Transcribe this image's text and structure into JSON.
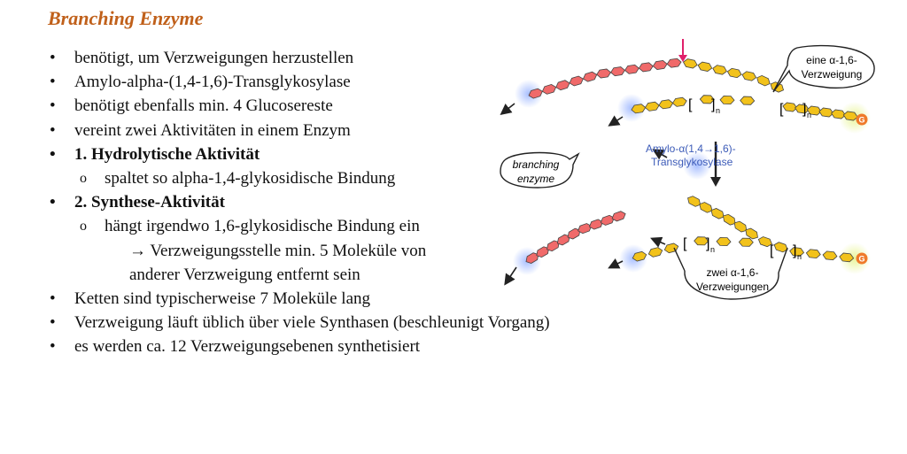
{
  "title": "Branching Enzyme",
  "bullets": [
    "benötigt, um Verzweigungen herzustellen",
    "Amylo-alpha-(1,4-1,6)-Transglykosylase",
    "benötigt ebenfalls min. 4 Glucosereste",
    "vereint zwei Aktivitäten in einem Enzym",
    "1. Hydrolytische Aktivität",
    "spaltet so alpha-1,4-glykosidische Bindung",
    "2. Synthese-Aktivität",
    "hängt irgendwo 1,6-glykosidische Bindung ein",
    "Verzweigungsstelle min. 5 Moleküle von",
    "anderer Verzweigung entfernt sein",
    "Ketten sind typischerweise 7 Moleküle lang",
    "Verzweigung läuft üblich über viele Synthasen (beschleunigt Vorgang)",
    "es werden ca. 12 Verzweigungsebenen synthetisiert"
  ],
  "bullet_symbols": {
    "main": "•",
    "sub": "o",
    "arrow": "→"
  },
  "figure": {
    "bubble_top_line1": "eine α-1,6-",
    "bubble_top_line2": "Verzweigung",
    "enzyme_line1": "Amylo-α(1,4→1,6)-",
    "enzyme_line2": "Transglykosylase",
    "branching_line1": "branching",
    "branching_line2": "enzyme",
    "bubble_bottom_line1": "zwei α-1,6-",
    "bubble_bottom_line2": "Verzweigungen",
    "subscript_n": "n",
    "reducing_end": "G",
    "colors": {
      "glucose": "#f2c21b",
      "new_chain": "#f06a6a",
      "glow_blue": "#9fb8ff",
      "glow_yellow": "#e9f59a",
      "g_circle": "#ef7a2a",
      "cut_arrow": "#e0206a",
      "enzyme_text": "#3c5bb8"
    }
  }
}
